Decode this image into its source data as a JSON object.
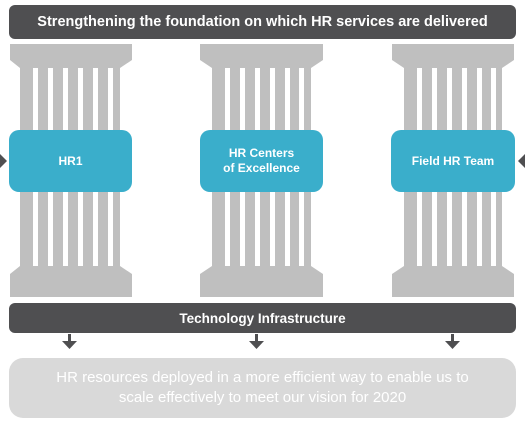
{
  "header": {
    "title": "Strengthening the foundation on which HR services are delivered"
  },
  "pillars": [
    {
      "label": "HR1"
    },
    {
      "label": "HR Centers\nof Excellence"
    },
    {
      "label": "Field HR Team"
    }
  ],
  "infrastructure": {
    "label": "Technology Infrastructure"
  },
  "outcome": {
    "text": "HR resources deployed in a more efficient way to enable us to scale effectively to meet our vision for 2020"
  },
  "colors": {
    "dark_bar": "#4f4f51",
    "pillar_gray": "#bfbfbf",
    "pillar_teal": "#3aaecb",
    "outcome_gray": "#d9d9d9"
  }
}
